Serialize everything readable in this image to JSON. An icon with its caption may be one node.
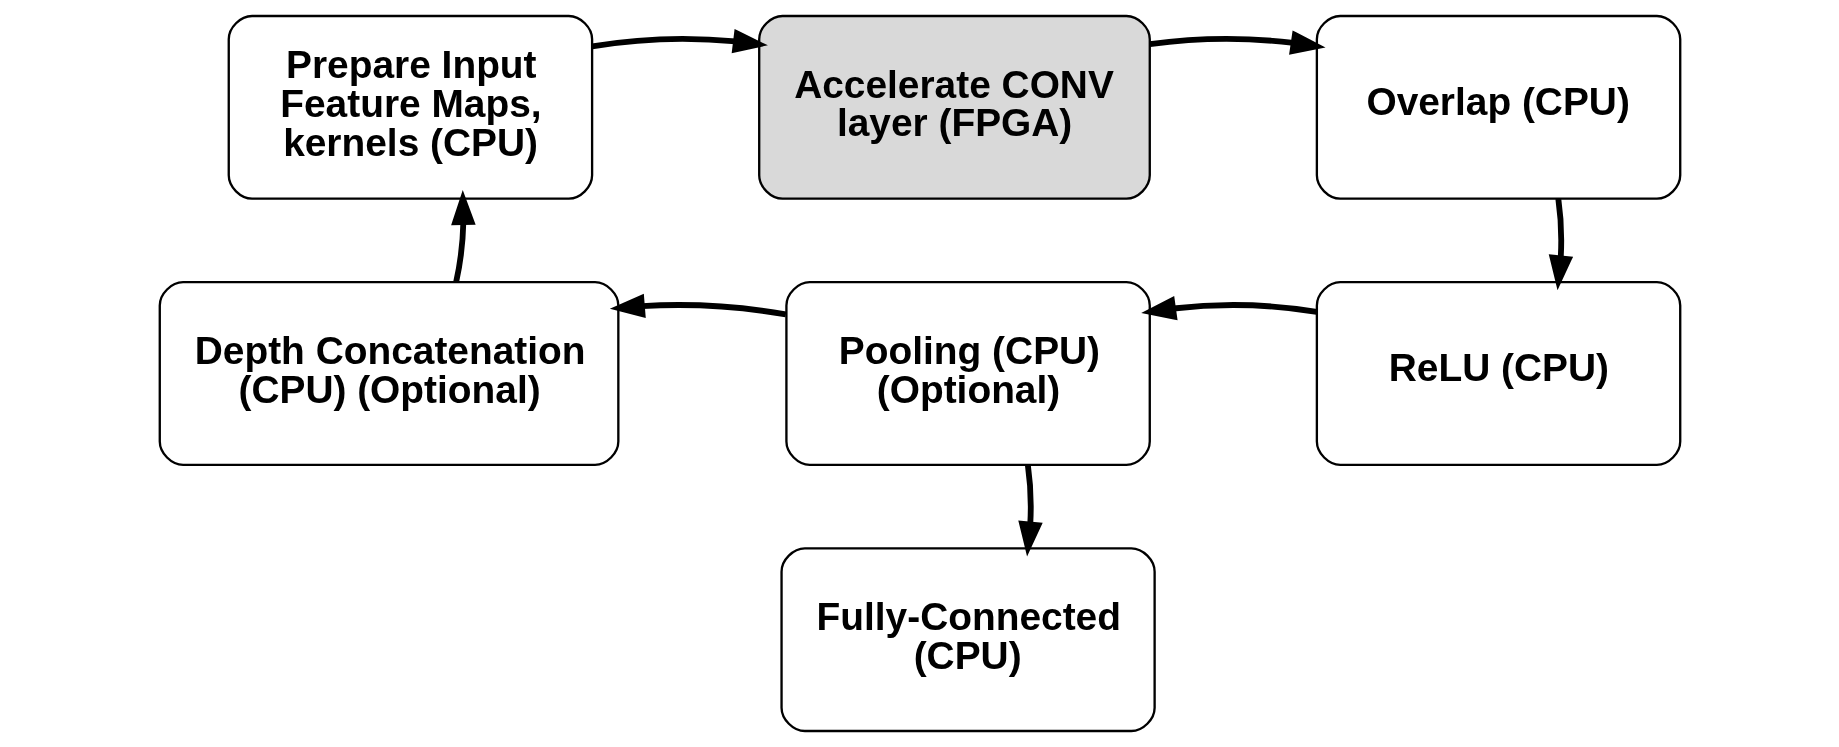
{
  "diagram": {
    "nodes": [
      {
        "text": [
          "Prepare Input Feature Maps, kernels (CPU)"
        ]
      },
      {
        "text": [
          "Accelerate CONV layer (FPGA)"
        ]
      },
      {
        "text": [
          "Overlap (CPU)"
        ]
      },
      {
        "text": [
          "ReLU (CPU)"
        ]
      },
      {
        "text": [
          "Pooling (CPU) (Optional)"
        ]
      },
      {
        "text": [
          "Depth Concatenation (CPU) (Optional)"
        ]
      },
      {
        "text": [
          "Fully-Connected (CPU)"
        ]
      }
    ],
    "edges": [
      {
        "from": 0,
        "to": 1,
        "arrow": "to"
      },
      {
        "from": 1,
        "to": 2,
        "arrow": "to"
      },
      {
        "from": 2,
        "to": 3,
        "arrow": "to"
      },
      {
        "from": 3,
        "to": 4,
        "arrow": "to"
      },
      {
        "from": 4,
        "to": 5,
        "arrow": "to"
      },
      {
        "from": 5,
        "to": 0,
        "arrow": "to"
      },
      {
        "from": 4,
        "to": 6,
        "arrow": "to"
      }
    ]
  }
}
